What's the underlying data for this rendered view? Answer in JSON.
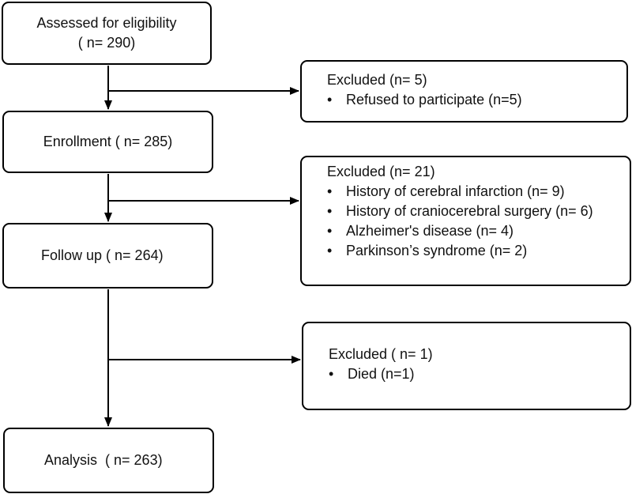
{
  "main_boxes": {
    "assessed": {
      "line1": "Assessed for eligibility",
      "line2": "( n= 290)"
    },
    "enrollment": {
      "label": "Enrollment ( n= 285)"
    },
    "followup": {
      "label": "Follow up ( n= 264)"
    },
    "analysis": {
      "label": "Analysis  ( n= 263)"
    }
  },
  "exclusions": [
    {
      "title": "Excluded (n= 5)",
      "items": [
        "Refused to participate (n=5)"
      ]
    },
    {
      "title": "Excluded (n= 21)",
      "items": [
        "History of cerebral infarction (n= 9)",
        "History of craniocerebral surgery (n= 6)",
        "Alzheimer's disease (n= 4)",
        "Parkinson’s syndrome (n= 2)"
      ]
    },
    {
      "title": "Excluded ( n= 1)",
      "items": [
        "Died (n=1)"
      ]
    }
  ],
  "bullet_symbol": "•",
  "colors": {
    "stroke": "#000000",
    "text": "#111111",
    "background": "#ffffff"
  }
}
